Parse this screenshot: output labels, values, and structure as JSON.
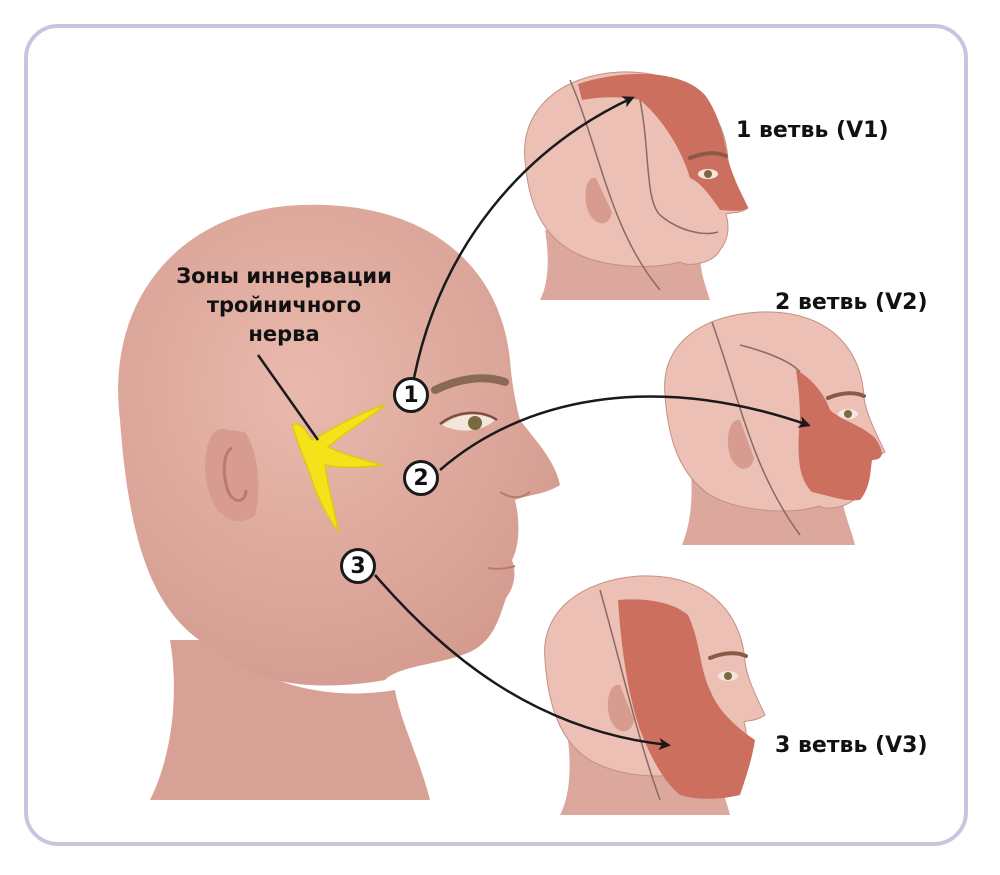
{
  "diagram": {
    "title_lines": [
      "Зоны иннервации",
      "тройничного",
      "нерва"
    ],
    "branches": [
      {
        "number": "1",
        "label": "1 ветвь (V1)"
      },
      {
        "number": "2",
        "label": "2 ветвь (V2)"
      },
      {
        "number": "3",
        "label": "3 ветвь (V3)"
      }
    ],
    "colors": {
      "skin": "#e8b8ae",
      "skin_shadow": "#d99c91",
      "zone": "#cc6f5f",
      "nerve": "#f4e21a",
      "frame": "#c8c6dc",
      "arrow": "#1a1a1a"
    }
  }
}
